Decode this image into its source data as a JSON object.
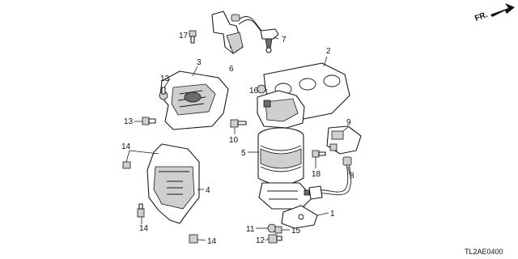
{
  "callouts": {
    "c1": "1",
    "c2": "2",
    "c3": "3",
    "c4": "4",
    "c5": "5",
    "c6": "6",
    "c7": "7",
    "c8": "8",
    "c9": "9",
    "c10": "10",
    "c11": "11",
    "c12": "12",
    "c13a": "13",
    "c13b": "13",
    "c14a": "14",
    "c14b": "14",
    "c14c": "14",
    "c15": "15",
    "c16": "16",
    "c17": "17",
    "c18": "18"
  },
  "direction_label": "FR.",
  "diagram_code": "TL2AE0400"
}
